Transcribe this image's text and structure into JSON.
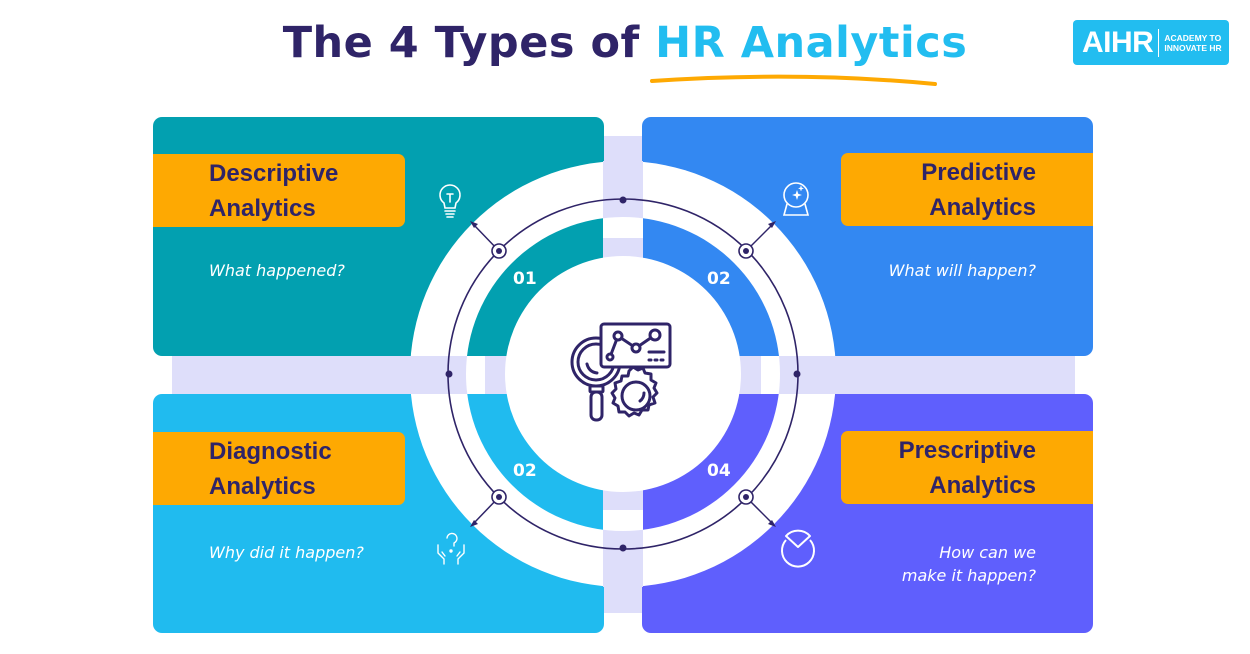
{
  "header": {
    "title_prefix": "The 4 Types of ",
    "title_highlight": "HR Analytics",
    "underline_color": "#fea902",
    "highlight_color": "#22bdf0"
  },
  "logo": {
    "mark": "AIHR",
    "line1": "ACADEMY TO",
    "line2": "INNOVATE HR"
  },
  "center": {
    "icon": "analytics-magnifier-chart-gear-icon"
  },
  "quadrants": [
    {
      "id": "descriptive",
      "number": "01",
      "title_line1": "Descriptive",
      "title_line2": "Analytics",
      "question": "What happened?",
      "icon": "lightbulb-icon",
      "color": "#02a0b0"
    },
    {
      "id": "predictive",
      "number": "02",
      "title_line1": "Predictive",
      "title_line2": "Analytics",
      "question": "What will happen?",
      "icon": "crystal-ball-icon",
      "color": "#3388f2"
    },
    {
      "id": "diagnostic",
      "number": "02",
      "title_line1": "Diagnostic",
      "title_line2": "Analytics",
      "question": "Why did it happen?",
      "icon": "hands-question-icon",
      "color": "#20bbef"
    },
    {
      "id": "prescriptive",
      "number": "04",
      "title_line1": "Prescriptive",
      "title_line2": "Analytics",
      "question_line1": "How can we",
      "question_line2": "make it happen?",
      "icon": "pie-chart-icon",
      "color": "#5f5ffd"
    }
  ],
  "colors": {
    "tag": "#fea902",
    "dark": "#2f2468",
    "lavender": "#dedefa"
  }
}
